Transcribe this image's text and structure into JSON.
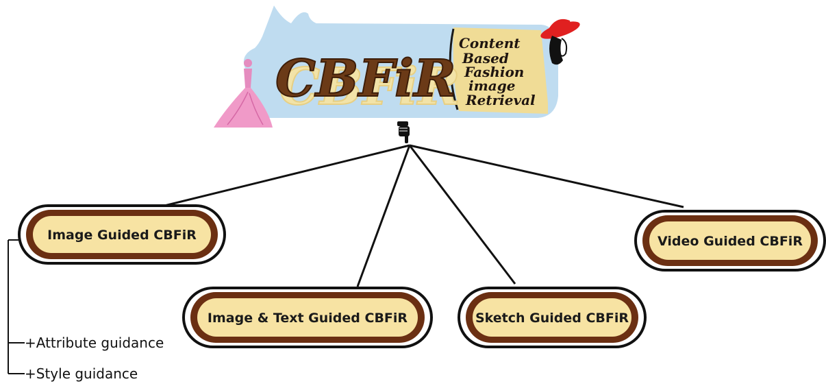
{
  "logo": {
    "acronym": "CBFiR",
    "tagline": [
      "Content",
      "Based",
      "Fashion",
      "image",
      "Retrieval"
    ],
    "colors": {
      "letter": "#6b3a17",
      "shadow": "#f2e3a8",
      "splash": "#bfdcf0",
      "banner": "#f0dc96"
    }
  },
  "root_icon": "pointing-hand-icon",
  "nodes": [
    {
      "id": "image",
      "label": "Image Guided CBFiR"
    },
    {
      "id": "image-text",
      "label": "Image & Text Guided CBFiR"
    },
    {
      "id": "sketch",
      "label": "Sketch Guided CBFiR"
    },
    {
      "id": "video",
      "label": "Video Guided CBFiR"
    }
  ],
  "sub_items": [
    "+Attribute guidance",
    "+Style guidance"
  ],
  "colors": {
    "pill_fill": "#f7e3a3",
    "pill_ring": "#6b2f12",
    "line": "#111111"
  }
}
